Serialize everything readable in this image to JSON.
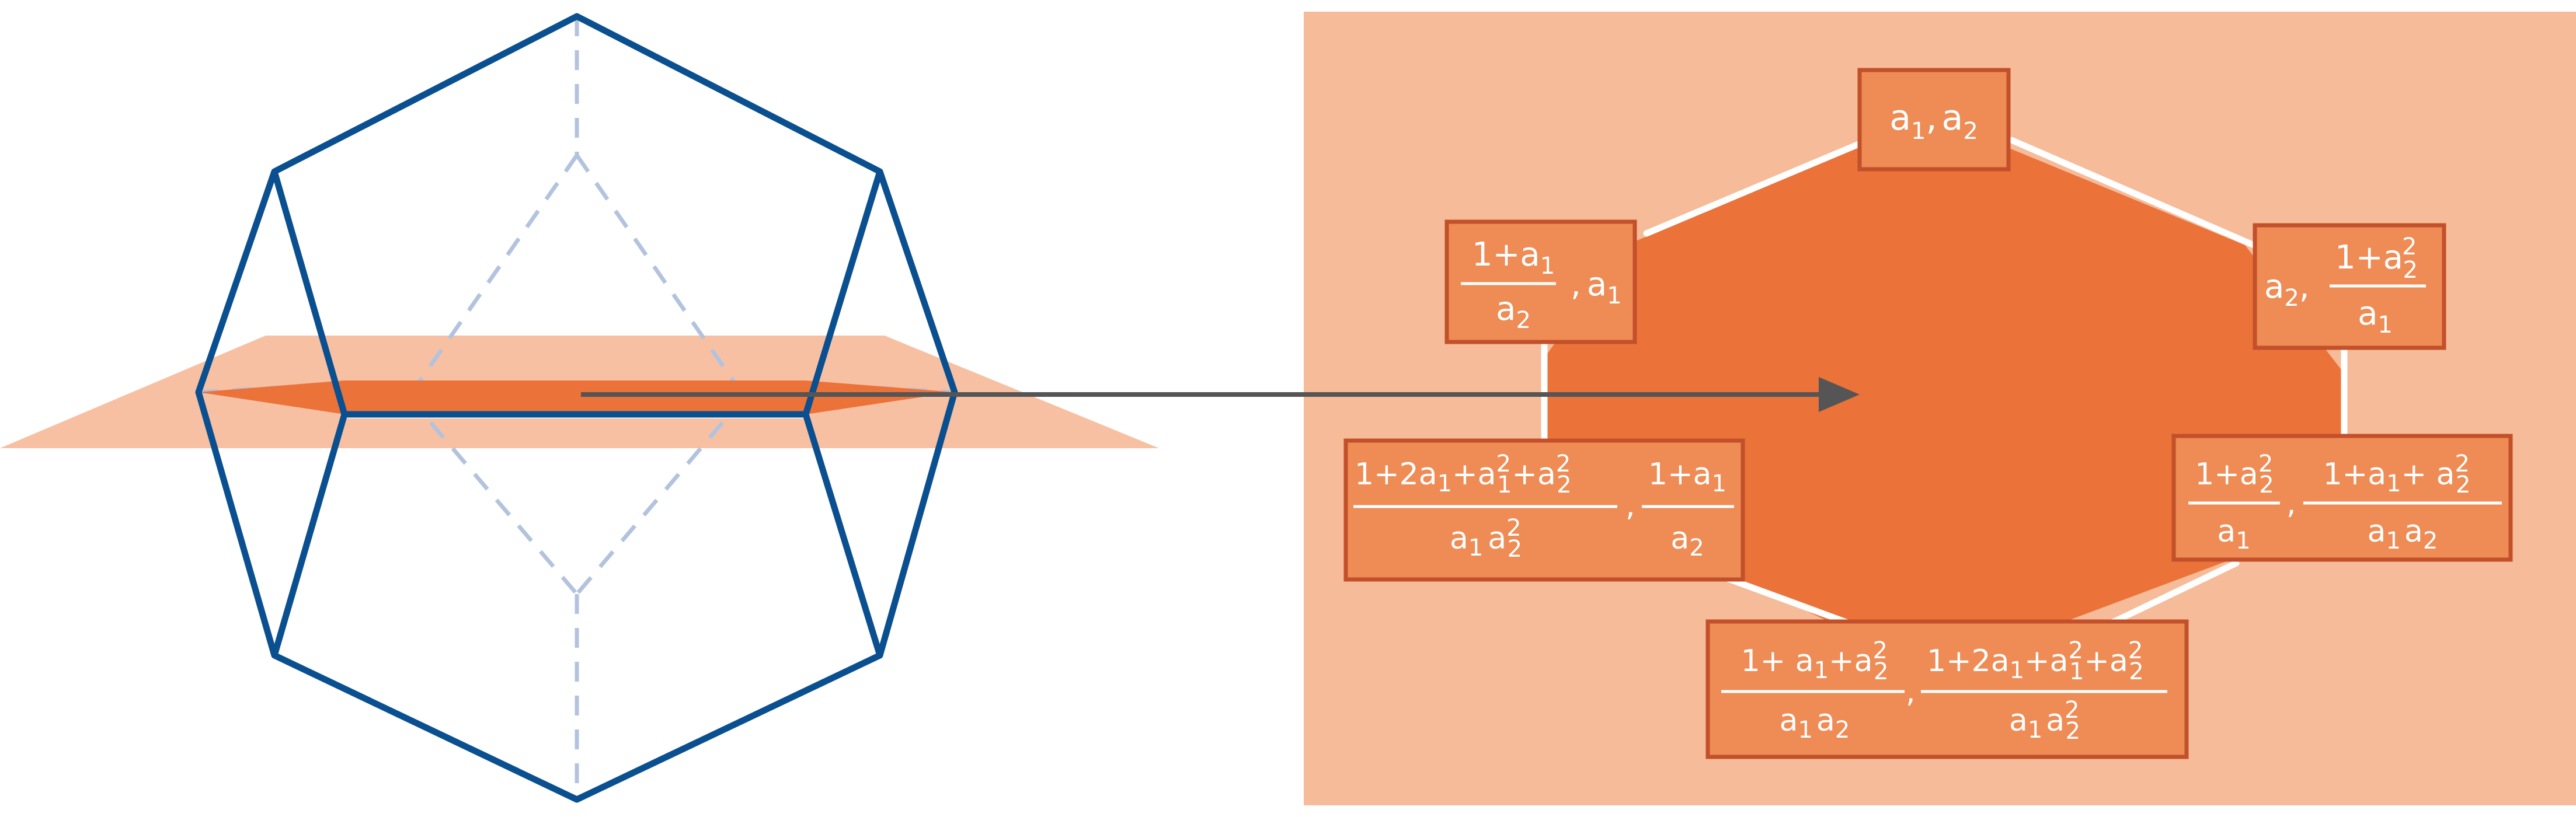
{
  "colors": {
    "polytope_edge": "#0a4f8f",
    "hidden_edge": "#b3c3de",
    "section_plane": "#f7c0a2",
    "section_fill": "#eb7239",
    "label_box_fill": "#ef8b54",
    "label_box_border": "#c2502a",
    "panel_background": "#f6bb98",
    "arrow": "#555555",
    "edge_highlight": "#ffffff"
  },
  "labels": {
    "top": {
      "x": "a",
      "x_sub": "1",
      "sep": ",",
      "y": "a",
      "y_sub": "2"
    },
    "upper_right": {
      "lead": "a",
      "lead_sub": "2",
      "sep": ",",
      "num": "1+a",
      "num_sub": "2",
      "num_sup": "2",
      "den": "a",
      "den_sub": "1"
    },
    "lower_right": {
      "f1_num": "1+a",
      "f1_num_sub": "2",
      "f1_num_sup": "2",
      "f1_den": "a",
      "f1_den_sub": "1",
      "sep": ",",
      "f2_num_a": "1+a",
      "f2_num_a_sub": "1",
      "f2_num_b": "+ a",
      "f2_num_b_sub": "2",
      "f2_num_b_sup": "2",
      "f2_den_a": "a",
      "f2_den_a_sub": "1",
      "f2_den_b": "a",
      "f2_den_b_sub": "2"
    },
    "bottom": {
      "f1_num_a": "1+ a",
      "f1_num_a_sub": "1",
      "f1_num_b": "+a",
      "f1_num_b_sub": "2",
      "f1_num_b_sup": "2",
      "f1_den_a": "a",
      "f1_den_a_sub": "1",
      "f1_den_b": "a",
      "f1_den_b_sub": "2",
      "sep": ",",
      "f2_num_a": "1+2a",
      "f2_num_a_sub": "1",
      "f2_num_b": "+a",
      "f2_num_b_sub": "1",
      "f2_num_b_sup": "2",
      "f2_num_c": "+a",
      "f2_num_c_sub": "2",
      "f2_num_c_sup": "2",
      "f2_den_a": "a",
      "f2_den_a_sub": "1",
      "f2_den_b": "a",
      "f2_den_b_sub": "2",
      "f2_den_b_sup": "2"
    },
    "lower_left": {
      "f1_num_a": "1+2a",
      "f1_num_a_sub": "1",
      "f1_num_b": "+a",
      "f1_num_b_sub": "1",
      "f1_num_b_sup": "2",
      "f1_num_c": "+a",
      "f1_num_c_sub": "2",
      "f1_num_c_sup": "2",
      "f1_den_a": "a",
      "f1_den_a_sub": "1",
      "f1_den_b": "a",
      "f1_den_b_sub": "2",
      "f1_den_b_sup": "2",
      "sep": ",",
      "f2_num": "1+a",
      "f2_num_sub": "1",
      "f2_den": "a",
      "f2_den_sub": "2"
    },
    "upper_left": {
      "num": "1+a",
      "num_sub": "1",
      "den": "a",
      "den_sub": "2",
      "sep": ",",
      "tail": "a",
      "tail_sub": "1"
    }
  }
}
